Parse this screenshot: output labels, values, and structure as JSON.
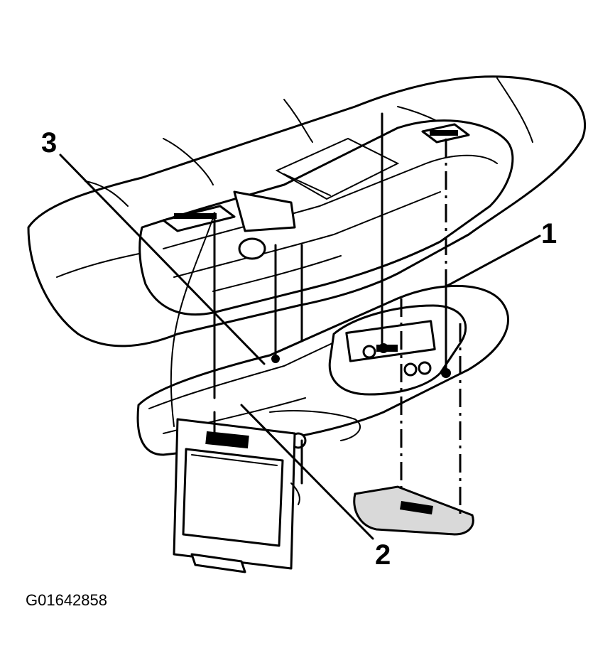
{
  "diagram": {
    "callouts": [
      {
        "id": "callout-1",
        "label": "1"
      },
      {
        "id": "callout-2",
        "label": "2"
      },
      {
        "id": "callout-3",
        "label": "3"
      }
    ],
    "figure_id": "G01642858",
    "colors": {
      "ink": "#000000",
      "paper": "#ffffff"
    }
  }
}
